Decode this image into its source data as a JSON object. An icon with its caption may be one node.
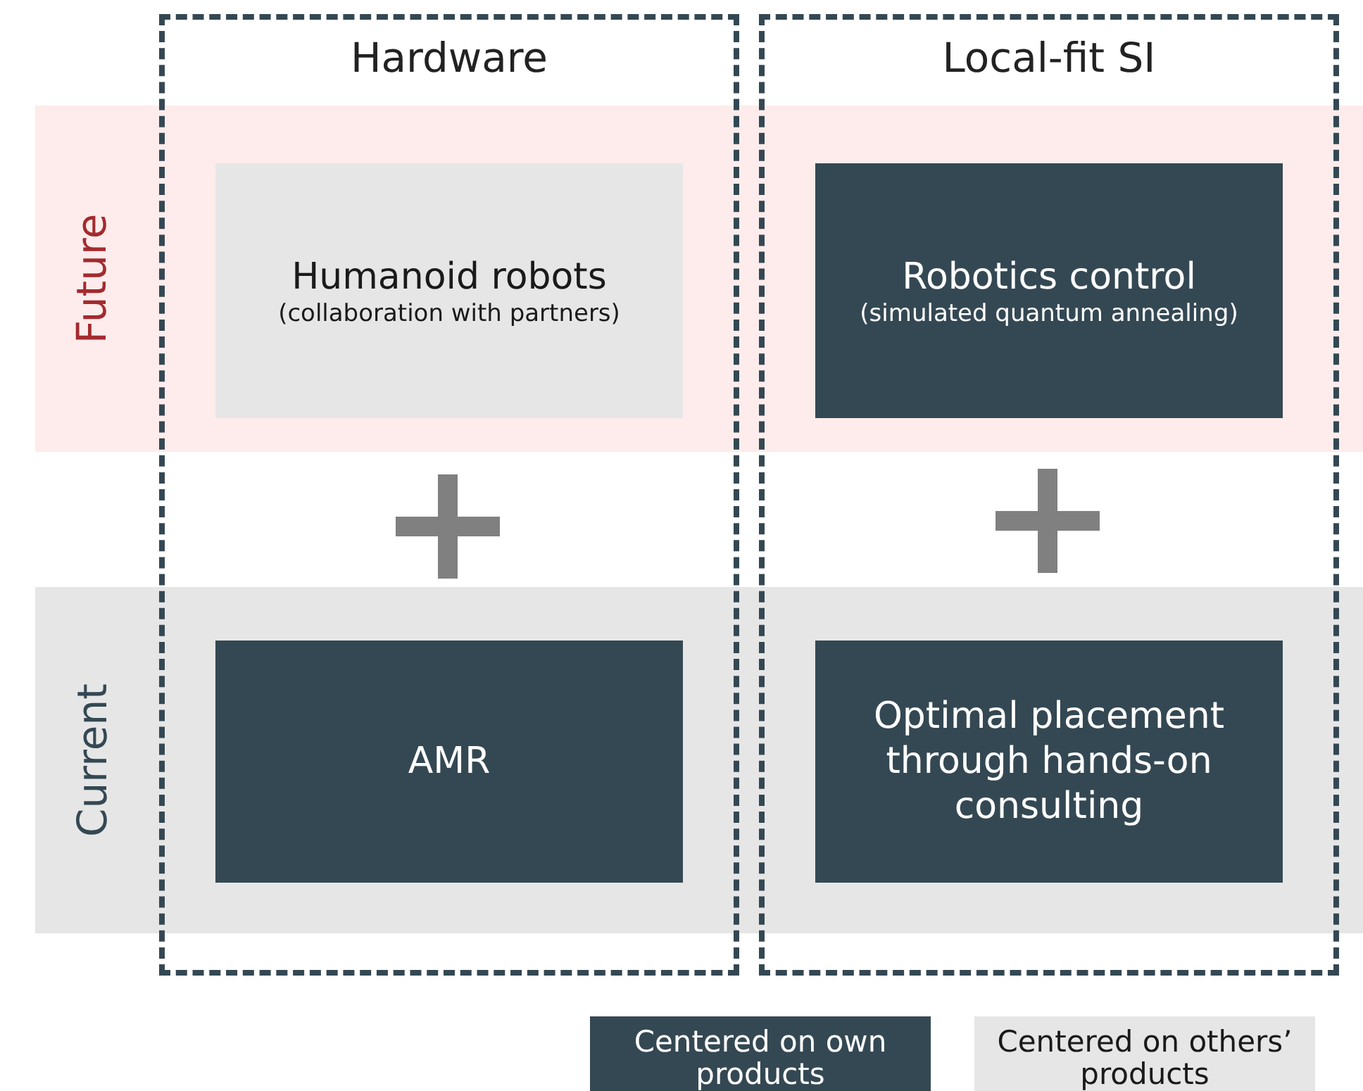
{
  "diagram": {
    "nodes": [
      {
        "text": [
          "Hardware"
        ]
      },
      {
        "text": [
          "Local-fit SI"
        ]
      },
      {
        "text": [
          "Future"
        ]
      },
      {
        "text": [
          "Current"
        ]
      },
      {
        "text": [
          "Humanoid robots",
          "(collaboration with partners)"
        ]
      },
      {
        "text": [
          "Robotics control",
          "(simulated quantum annealing)"
        ]
      },
      {
        "text": [
          "AMR"
        ]
      },
      {
        "text": [
          "Optimal placement through hands-on consulting"
        ]
      }
    ],
    "edges": [],
    "legend": [
      {
        "text": "Centered on own products",
        "color": "#344853"
      },
      {
        "text": "Centered on others’ products",
        "color": "#e6e6e6"
      }
    ]
  }
}
